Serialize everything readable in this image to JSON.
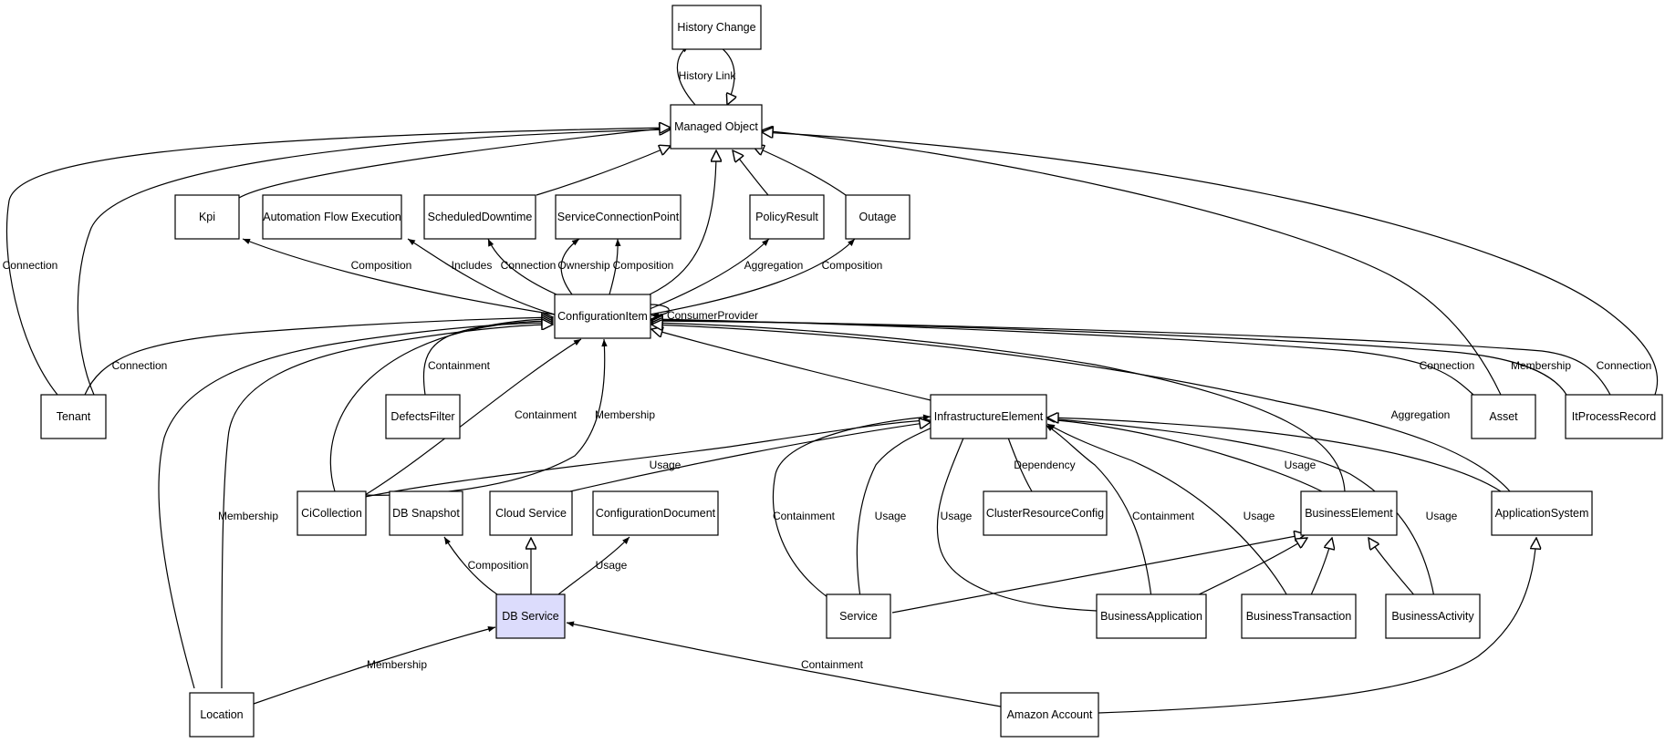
{
  "nodes": {
    "history_change": "History Change",
    "managed_object": "Managed Object",
    "kpi": "Kpi",
    "automation_flow_execution": "Automation Flow Execution",
    "scheduled_downtime": "ScheduledDowntime",
    "service_connection_point": "ServiceConnectionPoint",
    "policy_result": "PolicyResult",
    "outage": "Outage",
    "configuration_item": "ConfigurationItem",
    "tenant": "Tenant",
    "defects_filter": "DefectsFilter",
    "infrastructure_element": "InfrastructureElement",
    "asset": "Asset",
    "it_process_record": "ItProcessRecord",
    "ci_collection": "CiCollection",
    "db_snapshot": "DB Snapshot",
    "cloud_service": "Cloud Service",
    "configuration_document": "ConfigurationDocument",
    "cluster_resource_config": "ClusterResourceConfig",
    "business_element": "BusinessElement",
    "application_system": "ApplicationSystem",
    "db_service": "DB Service",
    "service": "Service",
    "business_application": "BusinessApplication",
    "business_transaction": "BusinessTransaction",
    "business_activity": "BusinessActivity",
    "location": "Location",
    "amazon_account": "Amazon Account"
  },
  "edge_labels": {
    "history_link": "History Link",
    "connection": "Connection",
    "composition": "Composition",
    "includes": "Includes",
    "ownership": "Ownership",
    "aggregation": "Aggregation",
    "consumer_provider": "ConsumerProvider",
    "containment": "Containment",
    "membership": "Membership",
    "usage": "Usage",
    "dependency": "Dependency"
  },
  "colors": {
    "node_fill": "#ffffff",
    "highlight_fill": "#dcdcfc",
    "stroke": "#000000"
  }
}
